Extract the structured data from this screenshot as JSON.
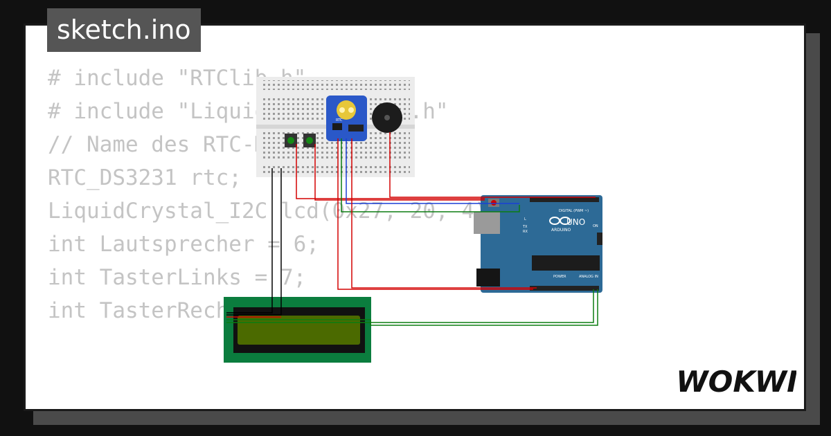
{
  "file_tab": {
    "label": "sketch.ino"
  },
  "code_lines": [
    "# include \"RTClib.h\"",
    "# include \"LiquidCrystal_I2C.h\"",
    "",
    "// Name des RTC-Moduls",
    "RTC_DS3231 rtc;",
    "",
    "LiquidCrystal_I2C lcd(0x27, 20, 4);",
    "",
    "int Lautsprecher = 6;",
    "int TasterLinks = 7;",
    "int TasterRechts = 8;"
  ],
  "brand": {
    "name": "WOKWI"
  },
  "board": {
    "name": "UNO",
    "maker": "ARDUINO",
    "digital_label": "DIGITAL (PWM ~)",
    "power_label": "POWER",
    "analog_label": "ANALOG IN",
    "on_label": "ON",
    "tx_label": "TX",
    "rx_label": "RX",
    "l_label": "L"
  },
  "rtc_module": {
    "label": "RTC"
  },
  "colors": {
    "background": "#111111",
    "card": "#ffffff",
    "tab": "#555555",
    "code": "#c4c4c4",
    "board": "#2d6a96",
    "lcd_pcb": "#0b7d3e",
    "lcd_screen": "#4b6a00",
    "breadboard": "#ececec",
    "rtc": "#2a58c8",
    "wire_red": "#d40000",
    "wire_black": "#000000",
    "wire_blue": "#1a3fd6",
    "wire_green": "#0b7d11"
  },
  "icons": [
    "arduino-infinity-logo",
    "buzzer",
    "push-button",
    "coin-cell-battery"
  ]
}
